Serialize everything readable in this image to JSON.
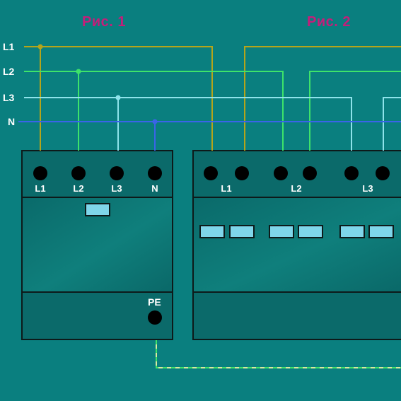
{
  "figures": {
    "fig1_title": "Рис. 1",
    "fig2_title": "Рис. 2"
  },
  "buses": [
    {
      "label": "L1",
      "color": "#b5a51a"
    },
    {
      "label": "L2",
      "color": "#3ee36a"
    },
    {
      "label": "L3",
      "color": "#8ee3ea"
    },
    {
      "label": "N",
      "color": "#3a64e8"
    }
  ],
  "device1": {
    "terminals": [
      "L1",
      "L2",
      "L3",
      "N"
    ],
    "pe_label": "PE"
  },
  "device2": {
    "terminal_groups": [
      "L1",
      "L2",
      "L3"
    ]
  },
  "colors": {
    "title": "#c41e7a",
    "panel_fill": "#0b7070",
    "panel_stroke": "#0d1a1a",
    "indicator": "#7fd6ea",
    "pe_wire": "#d8e8a0",
    "pe_wire_dash": "#3ee36a"
  }
}
